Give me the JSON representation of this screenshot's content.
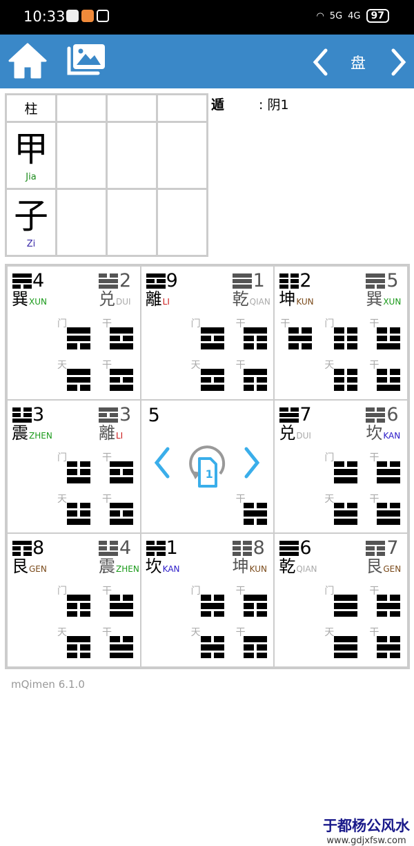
{
  "status": {
    "time": "10:33",
    "net1": "5G",
    "net2": "4G",
    "battery": "97"
  },
  "appbar": {
    "title": "盘"
  },
  "pillars": {
    "header": "柱",
    "rows": [
      {
        "char": "甲",
        "pinyin": "Jia",
        "color": "#1a8a1a"
      },
      {
        "char": "子",
        "pinyin": "Zi",
        "color": "#3a2aa8"
      }
    ]
  },
  "dun": {
    "label": "遁",
    "value": ": 阴1"
  },
  "colors": {
    "XUN": "#1a9a1a",
    "DUI": "#aaaaaa",
    "LI": "#cc1a1a",
    "QIAN": "#aaaaaa",
    "KUN": "#7a4a1a",
    "ZHEN": "#1a9a1a",
    "KAN": "#2a1ac8",
    "GEN": "#7a4a1a"
  },
  "palaces": [
    {
      "num": "4",
      "char": "巽",
      "pinyin": "XUN",
      "tri": "110",
      "num2": "2",
      "char2": "兑",
      "pinyin2": "DUI",
      "tri2": "011",
      "men": "110",
      "gan": "101",
      "tian": "110",
      "gan2": "101"
    },
    {
      "num": "9",
      "char": "離",
      "pinyin": "LI",
      "tri": "101",
      "num2": "1",
      "char2": "乾",
      "pinyin2": "QIAN",
      "tri2": "111",
      "men": "101",
      "gan": "100",
      "tian": "101",
      "gan2": "100"
    },
    {
      "num": "2",
      "char": "坤",
      "pinyin": "KUN",
      "tri": "000",
      "num2": "5",
      "char2": "巽",
      "pinyin2": "XUN",
      "tri2": "110",
      "extra_gan": "010",
      "men": "000",
      "gan": "001",
      "tian": "000",
      "gan2": "001"
    },
    {
      "num": "3",
      "char": "震",
      "pinyin": "ZHEN",
      "tri": "001",
      "num2": "3",
      "char2": "離",
      "pinyin2": "LI",
      "tri2": "101",
      "men": "001",
      "gan": "101",
      "tian": "001",
      "gan2": "101"
    },
    {
      "num": "5",
      "center": true,
      "gan2": "010",
      "page": "1"
    },
    {
      "num": "7",
      "char": "兑",
      "pinyin": "DUI",
      "tri": "011",
      "num2": "6",
      "char2": "坎",
      "pinyin2": "KAN",
      "tri2": "010",
      "men": "011",
      "gan": "011",
      "tian": "011",
      "gan2": "011"
    },
    {
      "num": "8",
      "char": "艮",
      "pinyin": "GEN",
      "tri": "100",
      "num2": "4",
      "char2": "震",
      "pinyin2": "ZHEN",
      "tri2": "001",
      "men": "100",
      "gan": "011",
      "tian": "100",
      "gan2": "011"
    },
    {
      "num": "1",
      "char": "坎",
      "pinyin": "KAN",
      "tri": "010",
      "num2": "8",
      "char2": "坤",
      "pinyin2": "KUN",
      "tri2": "000",
      "men": "010",
      "gan": "100",
      "tian": "010",
      "gan2": "100"
    },
    {
      "num": "6",
      "char": "乾",
      "pinyin": "QIAN",
      "tri": "111",
      "num2": "7",
      "char2": "艮",
      "pinyin2": "GEN",
      "tri2": "100",
      "men": "111",
      "gan": "010",
      "tian": "111",
      "gan2": "010"
    }
  ],
  "labels": {
    "men": "门",
    "gan": "干",
    "tian": "天"
  },
  "footer": "mQimen 6.1.0",
  "watermark": {
    "title": "于都杨公风水",
    "url": "www.gdjxfsw.com"
  }
}
